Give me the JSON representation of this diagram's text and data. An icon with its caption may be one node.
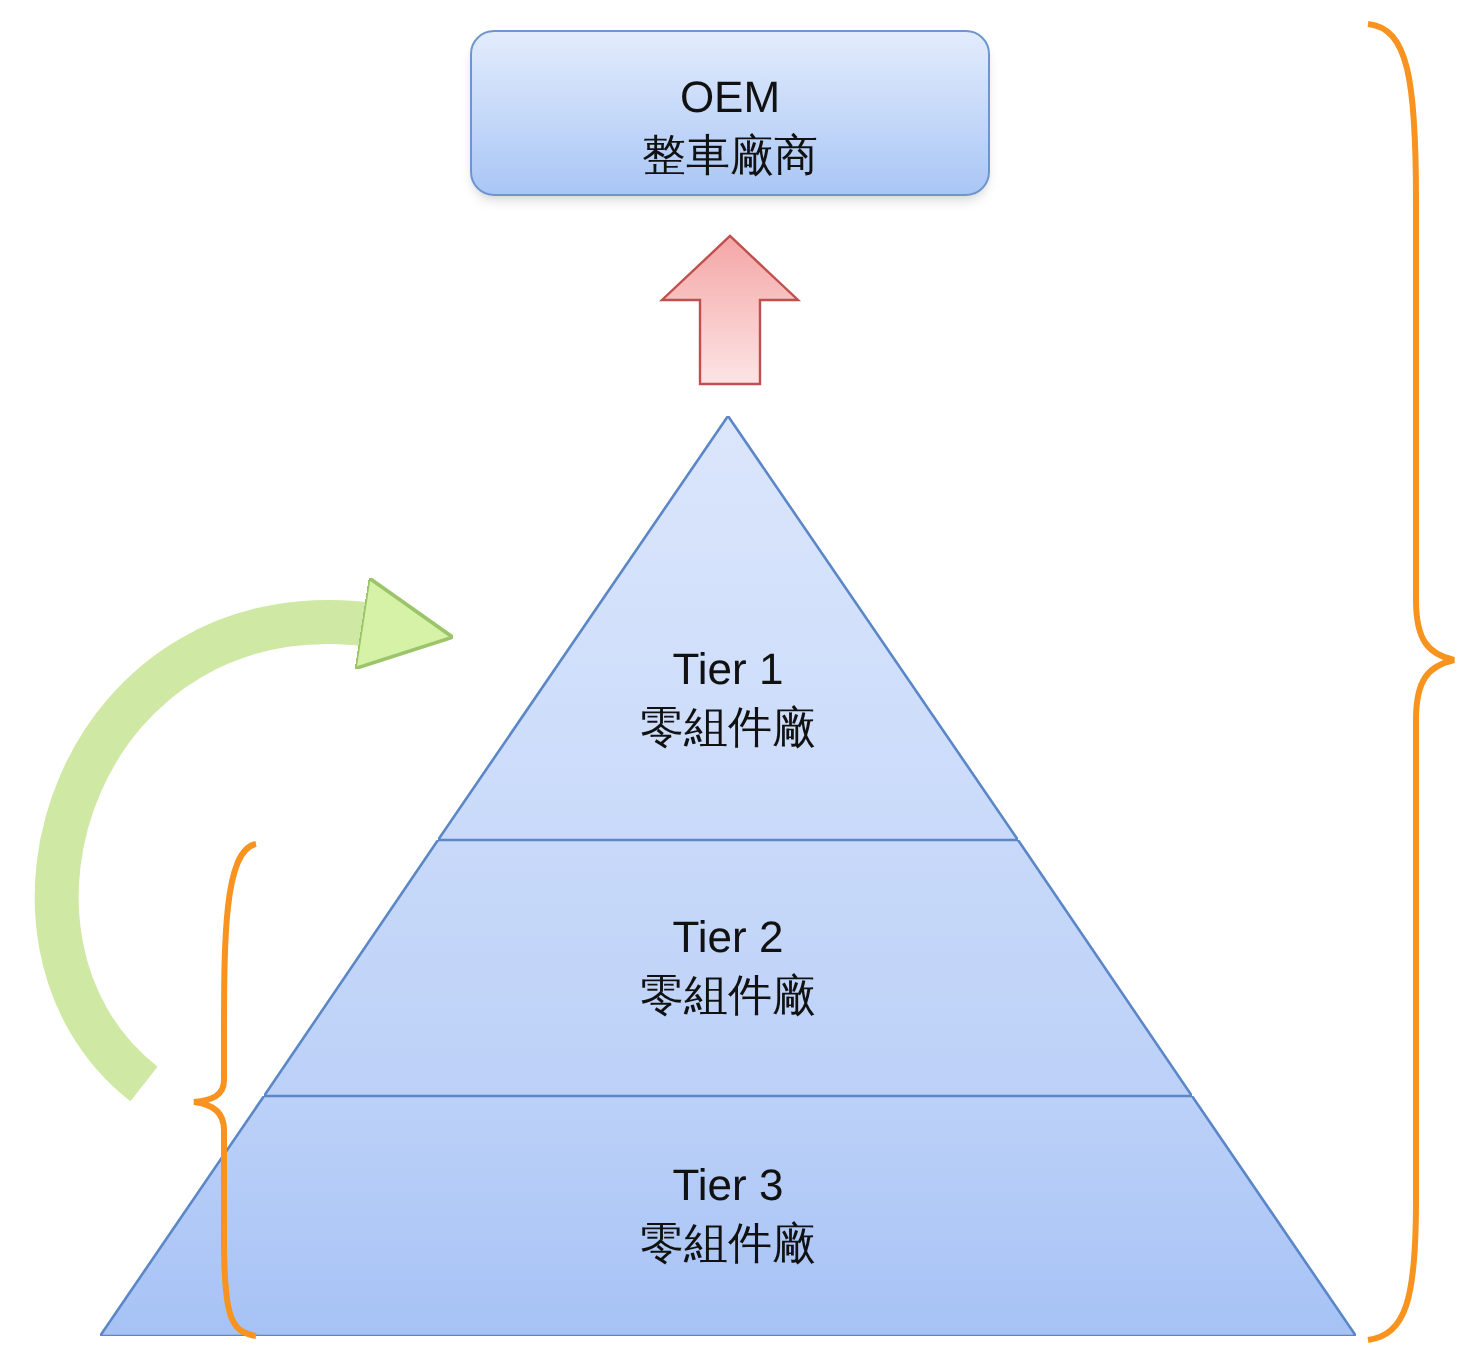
{
  "diagram": {
    "nodes": [
      {
        "text": [
          "OEM",
          "整車廠商"
        ]
      },
      {
        "text": [
          "Tier 1",
          "零組件廠"
        ]
      },
      {
        "text": [
          "Tier 2",
          "零組件廠"
        ]
      },
      {
        "text": [
          "Tier 3",
          "零組件廠"
        ]
      }
    ],
    "edges": [
      {
        "from": 1,
        "to": 0,
        "arrow": "to",
        "color": "#f4a6a6"
      },
      {
        "from": 3,
        "to": 1,
        "arrow": "to",
        "color": "#cfe8a4"
      }
    ]
  }
}
